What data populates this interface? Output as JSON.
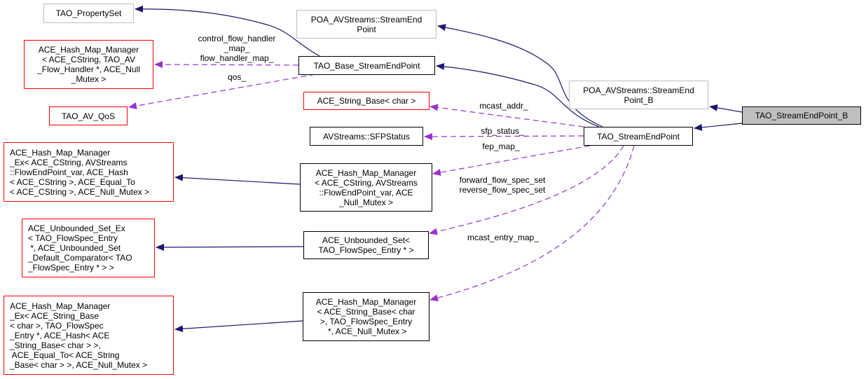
{
  "diagram": {
    "title": "TAO_StreamEndPoint_B inheritance/collaboration graph",
    "colors": {
      "inheritance_edge": "#191970",
      "usage_edge": "#9a32cd",
      "border_gray": "#bfbfbf",
      "border_red": "#ff0000",
      "border_black": "#000000",
      "focus_fill": "#bfbfbf"
    },
    "nodes": [
      {
        "id": "tao_propertyset",
        "kind": "gray",
        "lines": [
          "TAO_PropertySet"
        ]
      },
      {
        "id": "poa_streamendpoint",
        "kind": "gray",
        "lines": [
          "POA_AVStreams::StreamEnd",
          "Point"
        ]
      },
      {
        "id": "hash_map_flow_handler",
        "kind": "red",
        "lines": [
          "ACE_Hash_Map_Manager",
          "< ACE_CString, TAO_AV",
          "_Flow_Handler *, ACE_Null",
          "_Mutex >"
        ]
      },
      {
        "id": "tao_base_streamendpoint",
        "kind": "black",
        "lines": [
          "TAO_Base_StreamEndPoint"
        ]
      },
      {
        "id": "tao_av_qos",
        "kind": "red",
        "lines": [
          "TAO_AV_QoS"
        ]
      },
      {
        "id": "ace_string_base_char",
        "kind": "red",
        "lines": [
          "ACE_String_Base< char >"
        ]
      },
      {
        "id": "poa_streamendpoint_b",
        "kind": "gray",
        "lines": [
          "POA_AVStreams::StreamEnd",
          "Point_B"
        ]
      },
      {
        "id": "tao_streamendpoint_b",
        "kind": "focus",
        "lines": [
          "TAO_StreamEndPoint_B"
        ]
      },
      {
        "id": "avstreams_sfpstatus",
        "kind": "black",
        "lines": [
          "AVStreams::SFPStatus"
        ]
      },
      {
        "id": "tao_streamendpoint",
        "kind": "black",
        "lines": [
          "TAO_StreamEndPoint"
        ]
      },
      {
        "id": "hash_map_ex_fep",
        "kind": "red",
        "lines": [
          "ACE_Hash_Map_Manager",
          "_Ex< ACE_CString, AVStreams",
          "::FlowEndPoint_var, ACE_Hash",
          "< ACE_CString >, ACE_Equal_To",
          "< ACE_CString >, ACE_Null_Mutex >"
        ]
      },
      {
        "id": "hash_map_fep",
        "kind": "black",
        "lines": [
          "ACE_Hash_Map_Manager",
          "< ACE_CString, AVStreams",
          "::FlowEndPoint_var, ACE",
          "_Null_Mutex >"
        ]
      },
      {
        "id": "unbounded_set_ex",
        "kind": "red",
        "lines": [
          "ACE_Unbounded_Set_Ex",
          "< TAO_FlowSpec_Entry",
          " *, ACE_Unbounded_Set",
          "_Default_Comparator< TAO",
          "_FlowSpec_Entry * > >"
        ]
      },
      {
        "id": "unbounded_set",
        "kind": "black",
        "lines": [
          "ACE_Unbounded_Set<",
          "TAO_FlowSpec_Entry * >"
        ]
      },
      {
        "id": "hash_map_ex_flowspec",
        "kind": "red",
        "lines": [
          "ACE_Hash_Map_Manager",
          "_Ex< ACE_String_Base",
          "< char >, TAO_FlowSpec",
          "_Entry *, ACE_Hash< ACE",
          "_String_Base< char > >,",
          " ACE_Equal_To< ACE_String",
          "_Base< char > >, ACE_Null_Mutex >"
        ]
      },
      {
        "id": "hash_map_flowspec",
        "kind": "black",
        "lines": [
          "ACE_Hash_Map_Manager",
          "< ACE_String_Base< char",
          ">, TAO_FlowSpec_Entry",
          " *, ACE_Null_Mutex >"
        ]
      }
    ],
    "edge_labels": [
      {
        "id": "lbl_control_flow",
        "lines": [
          "control_flow_handler",
          "_map_",
          "flow_handler_map_"
        ]
      },
      {
        "id": "lbl_qos",
        "lines": [
          "qos_"
        ]
      },
      {
        "id": "lbl_mcast_addr",
        "lines": [
          "mcast_addr_"
        ]
      },
      {
        "id": "lbl_sfp_status",
        "lines": [
          "sfp_status_"
        ]
      },
      {
        "id": "lbl_fep_map",
        "lines": [
          "fep_map_"
        ]
      },
      {
        "id": "lbl_flow_spec_sets",
        "lines": [
          "forward_flow_spec_set",
          "reverse_flow_spec_set"
        ]
      },
      {
        "id": "lbl_mcast_entry_map",
        "lines": [
          "mcast_entry_map_"
        ]
      }
    ],
    "edges": [
      {
        "from": "tao_streamendpoint_b",
        "to": "poa_streamendpoint_b",
        "type": "inheritance"
      },
      {
        "from": "tao_streamendpoint_b",
        "to": "tao_streamendpoint",
        "type": "inheritance"
      },
      {
        "from": "tao_streamendpoint",
        "to": "poa_streamendpoint",
        "type": "inheritance"
      },
      {
        "from": "tao_streamendpoint",
        "to": "tao_base_streamendpoint",
        "type": "inheritance"
      },
      {
        "from": "tao_base_streamendpoint",
        "to": "tao_propertyset",
        "type": "inheritance"
      },
      {
        "from": "tao_base_streamendpoint",
        "to": "hash_map_flow_handler",
        "type": "usage",
        "label": "lbl_control_flow"
      },
      {
        "from": "tao_base_streamendpoint",
        "to": "tao_av_qos",
        "type": "usage",
        "label": "lbl_qos"
      },
      {
        "from": "tao_streamendpoint",
        "to": "ace_string_base_char",
        "type": "usage",
        "label": "lbl_mcast_addr"
      },
      {
        "from": "tao_streamendpoint",
        "to": "avstreams_sfpstatus",
        "type": "usage",
        "label": "lbl_sfp_status"
      },
      {
        "from": "tao_streamendpoint",
        "to": "hash_map_fep",
        "type": "usage",
        "label": "lbl_fep_map"
      },
      {
        "from": "tao_streamendpoint",
        "to": "unbounded_set",
        "type": "usage",
        "label": "lbl_flow_spec_sets"
      },
      {
        "from": "tao_streamendpoint",
        "to": "hash_map_flowspec",
        "type": "usage",
        "label": "lbl_mcast_entry_map"
      },
      {
        "from": "hash_map_fep",
        "to": "hash_map_ex_fep",
        "type": "inheritance"
      },
      {
        "from": "unbounded_set",
        "to": "unbounded_set_ex",
        "type": "inheritance"
      },
      {
        "from": "hash_map_flowspec",
        "to": "hash_map_ex_flowspec",
        "type": "inheritance"
      }
    ]
  }
}
